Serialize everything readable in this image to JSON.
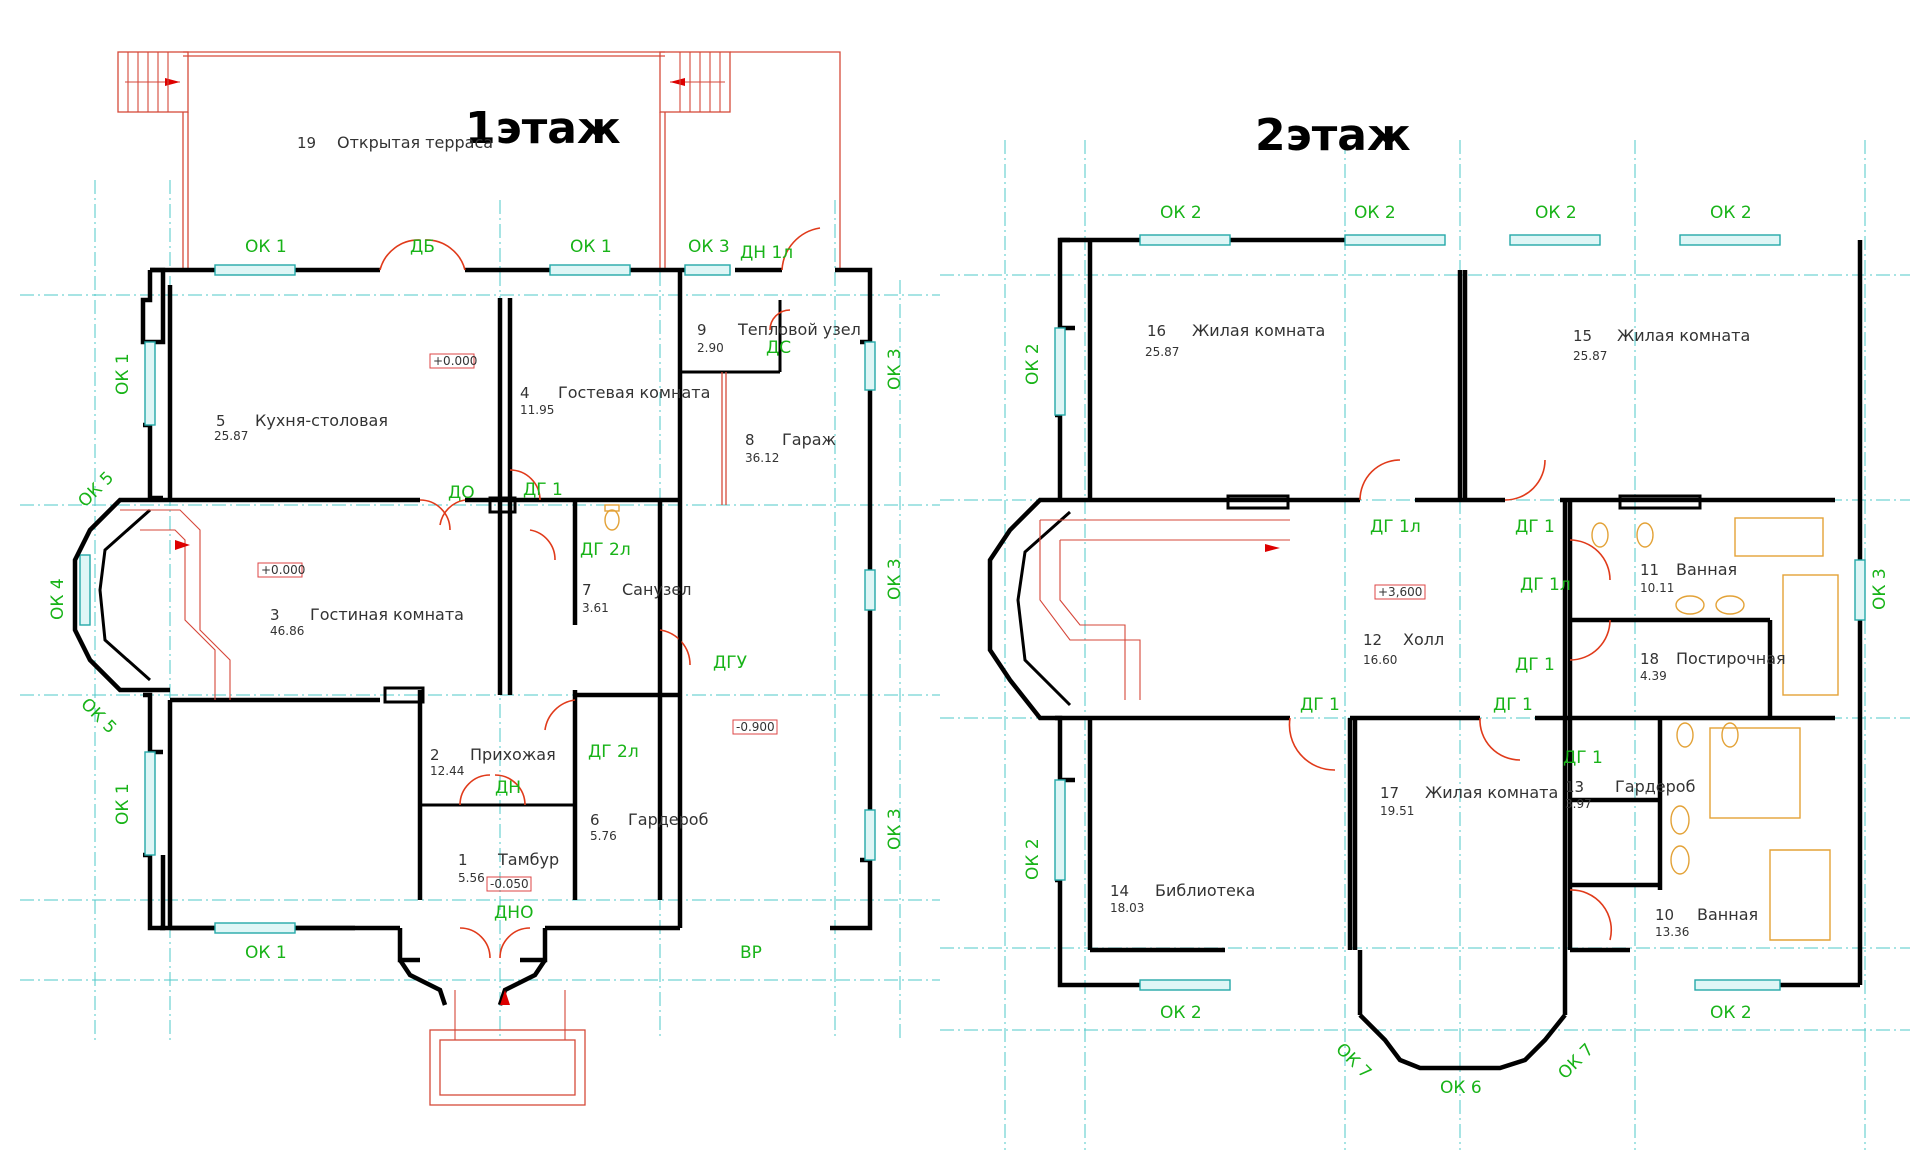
{
  "titles": {
    "floor1": "1этаж",
    "floor2": "2этаж"
  },
  "floor1": {
    "rooms": [
      {
        "num": "19",
        "name": "Открытая терраса",
        "area": ""
      },
      {
        "num": "5",
        "name": "Кухня-столовая",
        "area": "25.87"
      },
      {
        "num": "4",
        "name": "Гостевая комната",
        "area": "11.95"
      },
      {
        "num": "9",
        "name": "Тепловой узел",
        "area": "2.90"
      },
      {
        "num": "8",
        "name": "Гараж",
        "area": "36.12"
      },
      {
        "num": "3",
        "name": "Гостиная комната",
        "area": "46.86"
      },
      {
        "num": "7",
        "name": "Санузел",
        "area": "3.61"
      },
      {
        "num": "2",
        "name": "Прихожая",
        "area": "12.44"
      },
      {
        "num": "6",
        "name": "Гардероб",
        "area": "5.76"
      },
      {
        "num": "1",
        "name": "Тамбур",
        "area": "5.56"
      }
    ],
    "levels": [
      "+0.000",
      "+0.000",
      "-0.900",
      "-0.050"
    ],
    "tags": [
      "ОК 1",
      "ДБ",
      "ОК 1",
      "ОК 3",
      "ДН 1л",
      "ДС",
      "ОК 1",
      "ОК 3",
      "ОК 5",
      "ОК 4",
      "ОК 5",
      "ДО",
      "ДГ 1",
      "ДГ 2л",
      "ДГУ",
      "ОК 3",
      "ОК 3",
      "ОК 1",
      "ДН",
      "ДГ 2л",
      "ДНО",
      "ОК 1",
      "ВР"
    ]
  },
  "floor2": {
    "rooms": [
      {
        "num": "16",
        "name": "Жилая комната",
        "area": "25.87"
      },
      {
        "num": "15",
        "name": "Жилая комната",
        "area": "25.87"
      },
      {
        "num": "11",
        "name": "Ванная",
        "area": "10.11"
      },
      {
        "num": "12",
        "name": "Холл",
        "area": "16.60"
      },
      {
        "num": "18",
        "name": "Постирочная",
        "area": "4.39"
      },
      {
        "num": "17",
        "name": "Жилая комната",
        "area": "19.51"
      },
      {
        "num": "13",
        "name": "Гардероб",
        "area": "3.97"
      },
      {
        "num": "14",
        "name": "Библиотека",
        "area": "18.03"
      },
      {
        "num": "10",
        "name": "Ванная",
        "area": "13.36"
      }
    ],
    "levels": [
      "+3,600"
    ],
    "tags": [
      "ОК 2",
      "ОК 2",
      "ОК 2",
      "ОК 2",
      "ОК 2",
      "ОК 3",
      "ДГ 1л",
      "ДГ 1",
      "ДГ 1л",
      "ДГ 1",
      "ДГ 1",
      "ДГ 1",
      "ДГ 1",
      "ОК 2",
      "ОК 2",
      "ОК 2",
      "ОК 7",
      "ОК 6",
      "ОК 7"
    ]
  }
}
